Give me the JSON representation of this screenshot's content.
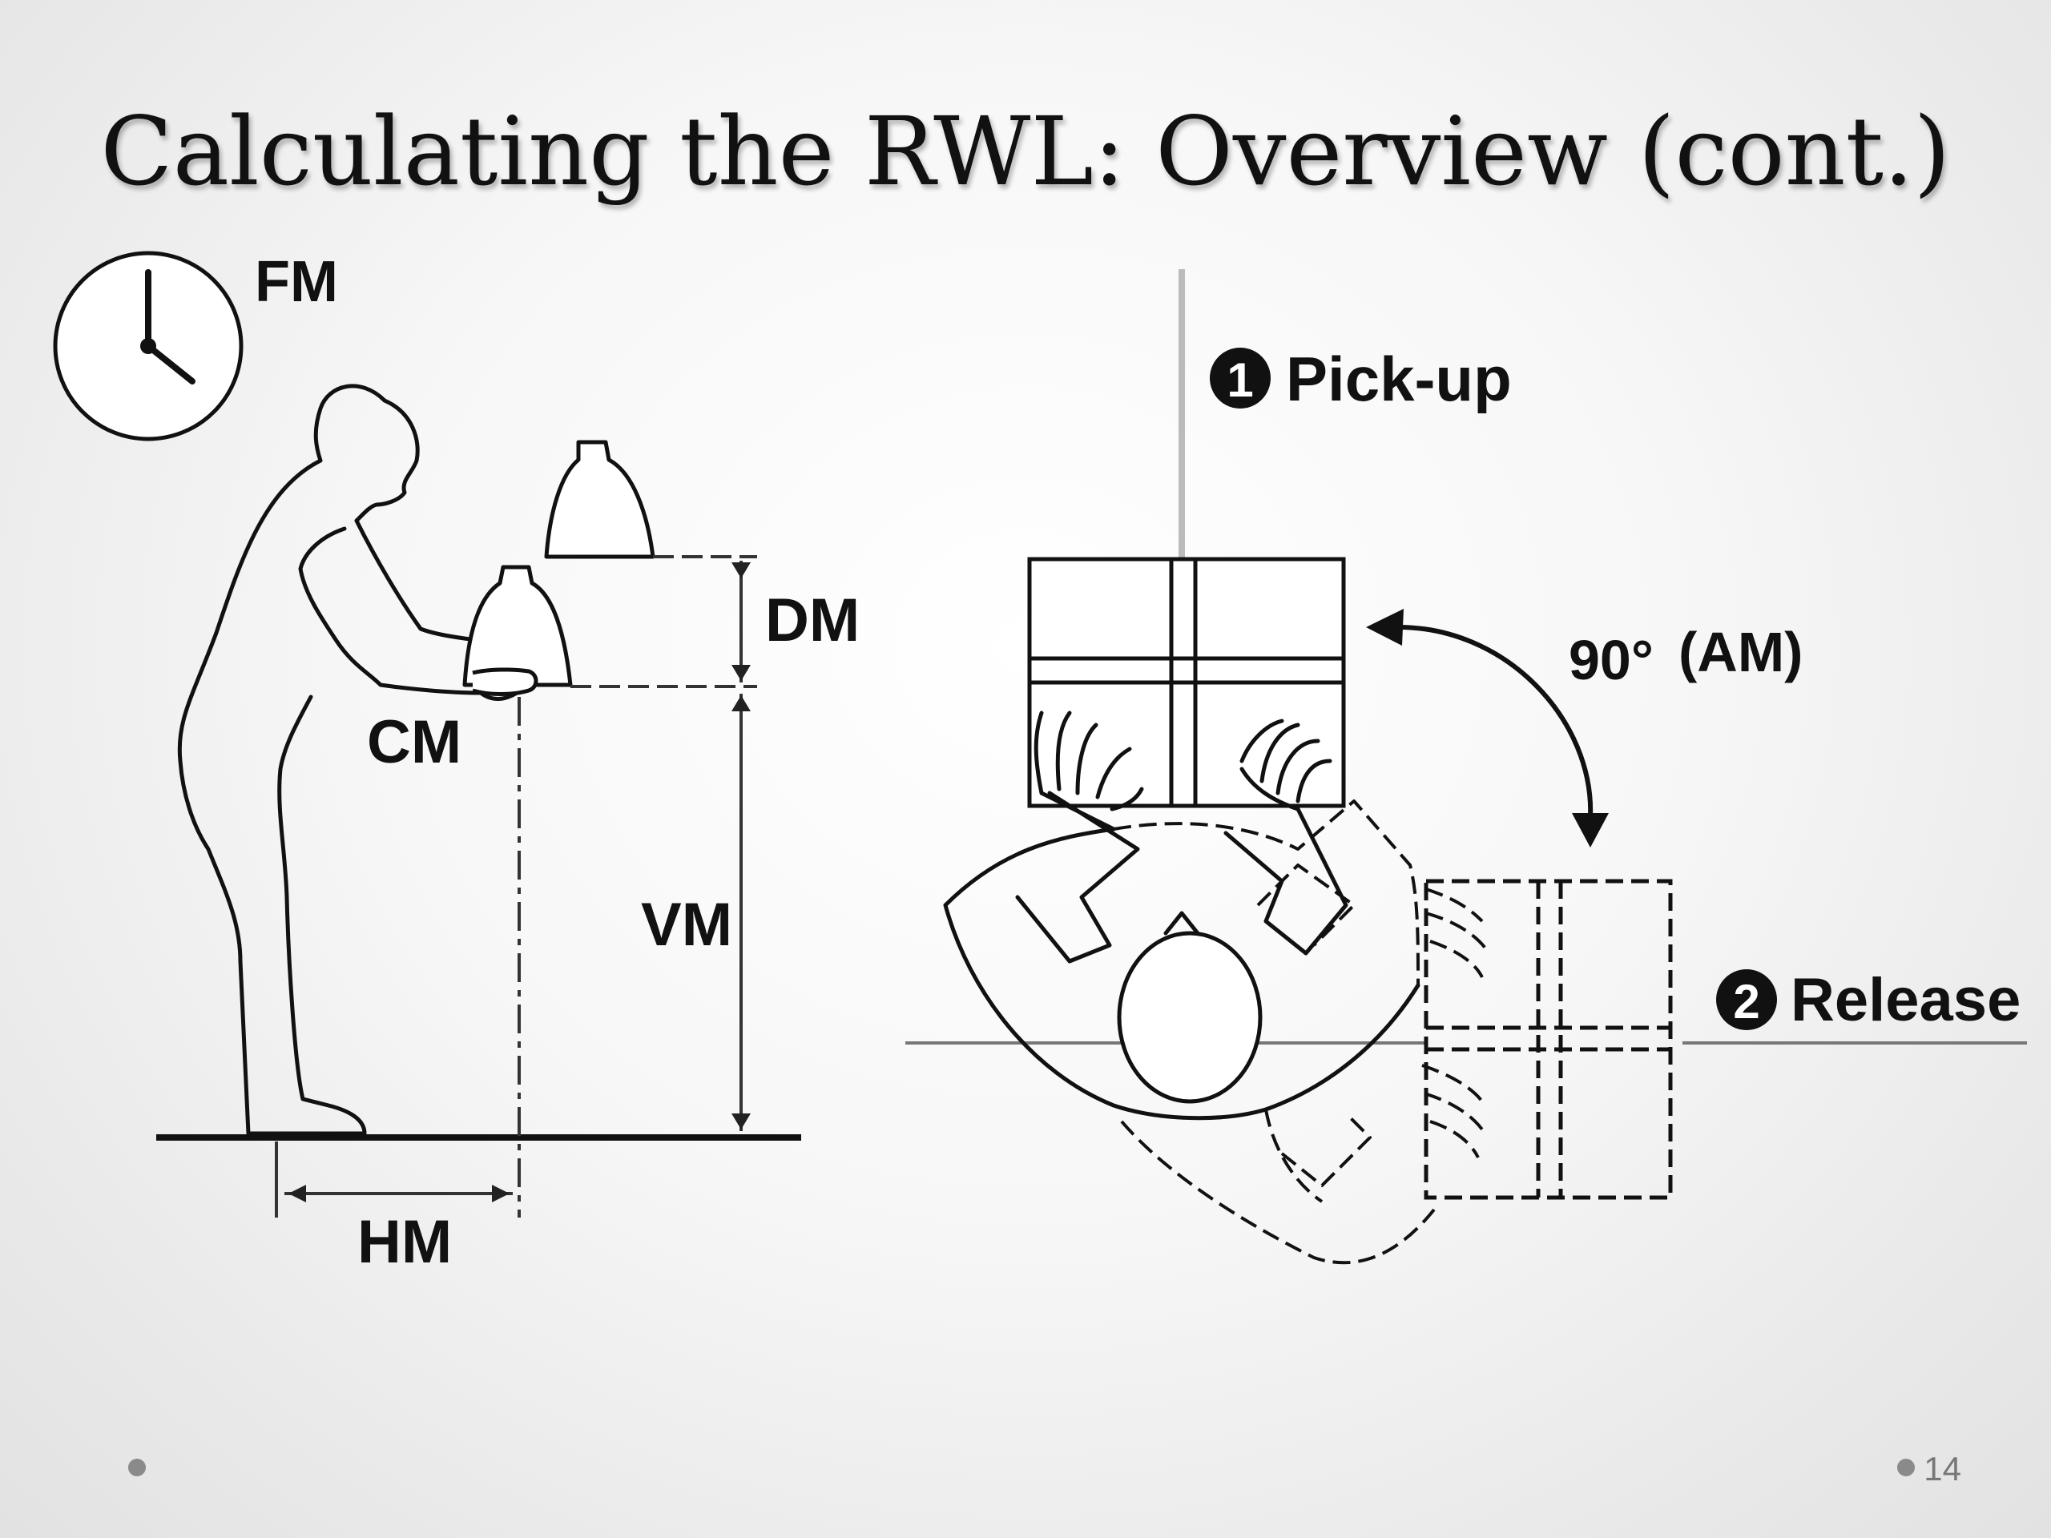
{
  "slide": {
    "title": "Calculating the RWL: Overview (cont.)",
    "page_number": "14"
  },
  "side_view": {
    "labels": {
      "fm": "FM",
      "dm": "DM",
      "cm": "CM",
      "vm": "VM",
      "hm": "HM"
    },
    "icons": [
      "clock-icon",
      "lifter-side-figure",
      "object-origin-icon",
      "object-destination-icon"
    ]
  },
  "top_view": {
    "pickup_number": "1",
    "pickup_label": "Pick-up",
    "release_number": "2",
    "release_label": "Release",
    "angle_degrees": "90°",
    "angle_label": "(AM)"
  }
}
